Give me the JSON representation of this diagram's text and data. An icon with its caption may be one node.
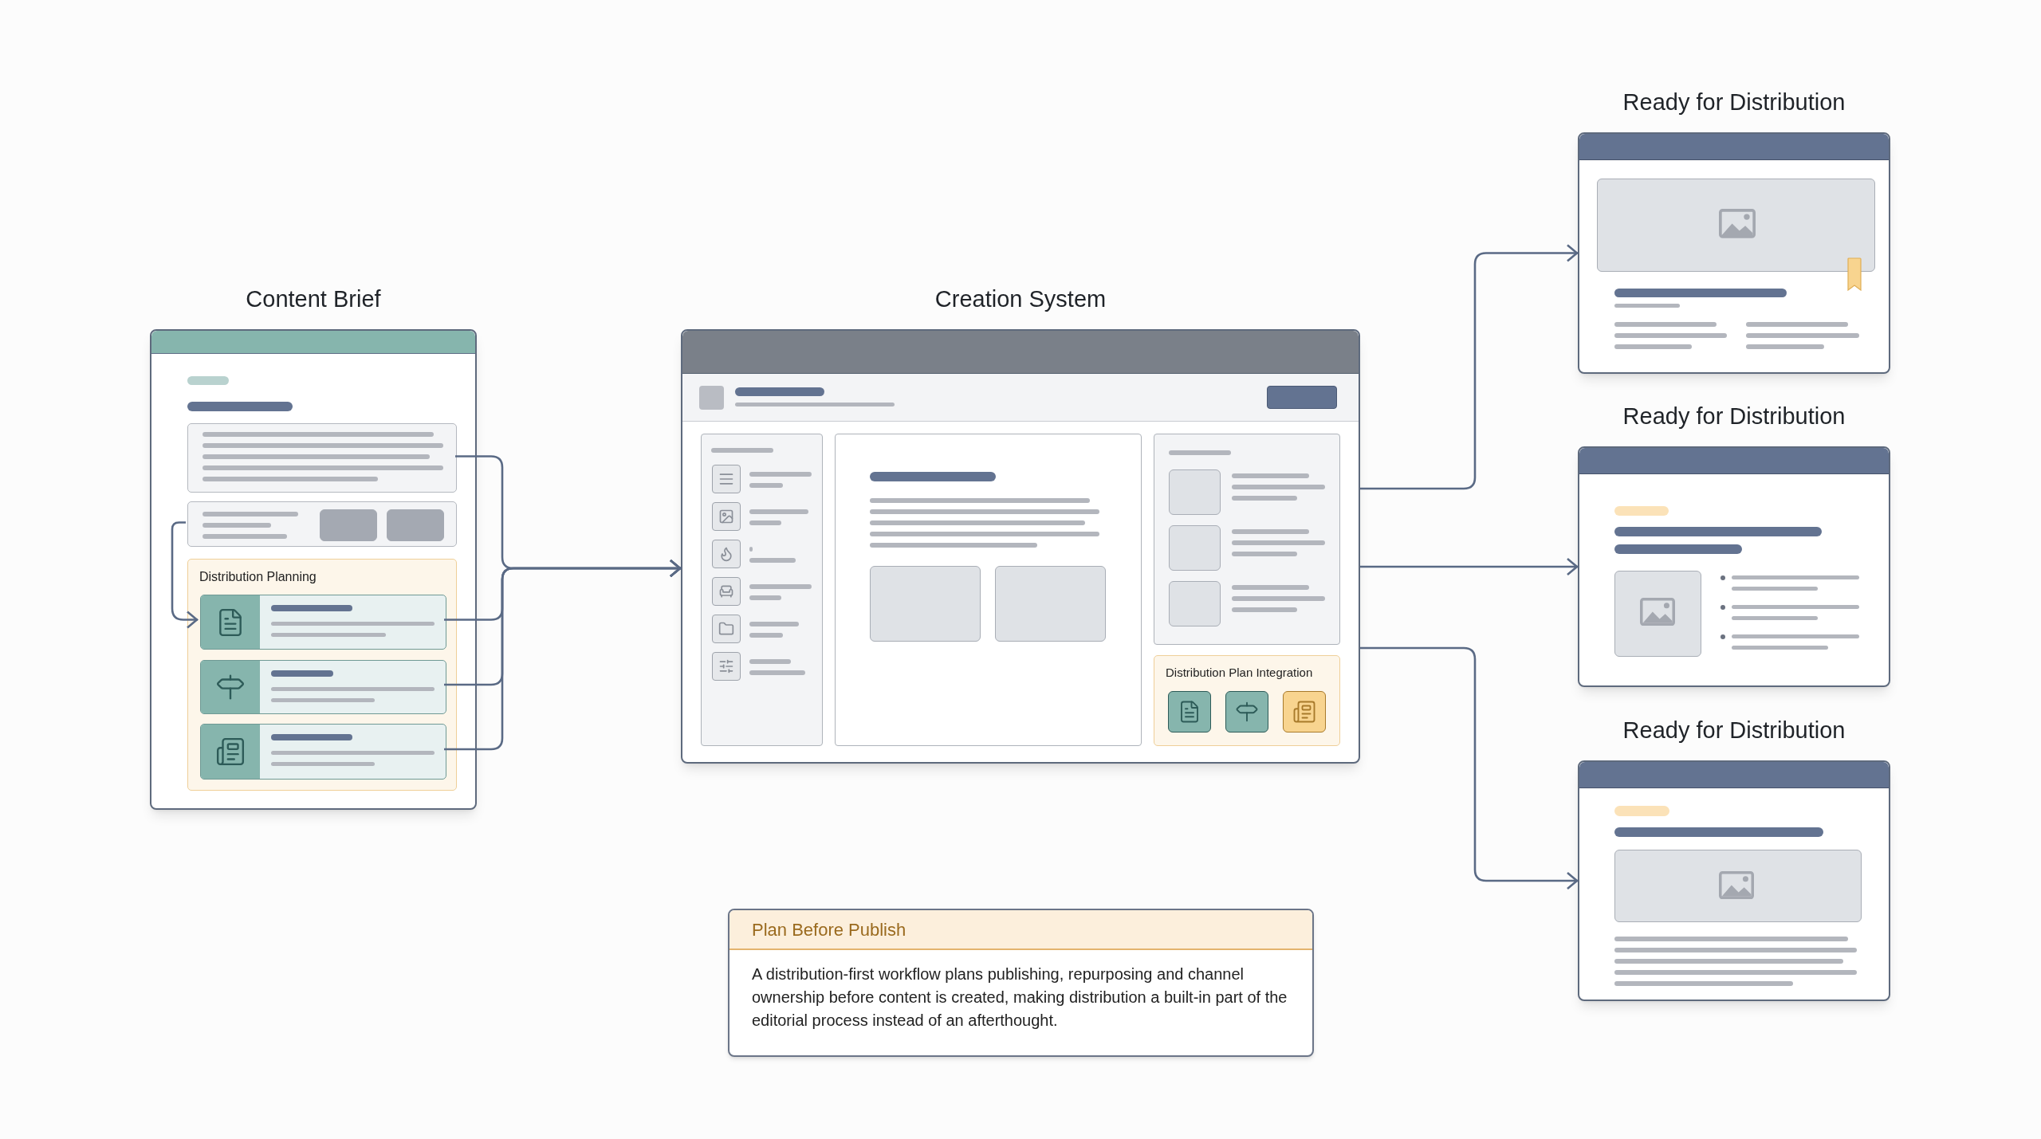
{
  "diagram": {
    "nodes": [
      {
        "text": [
          "Content Brief"
        ]
      },
      {
        "text": [],
        "shape": "box",
        "in": 0
      },
      {
        "text": [],
        "shape": "box",
        "in": 0
      },
      {
        "text": [
          "Distribution Planning"
        ],
        "in": 0
      },
      {
        "text": [],
        "shape": "box",
        "in": 3
      },
      {
        "text": [],
        "shape": "box",
        "in": 3
      },
      {
        "text": [],
        "shape": "box",
        "in": 3
      },
      {
        "text": [
          "Creation System"
        ]
      },
      {
        "text": [
          "Distribution Plan Integration"
        ],
        "in": 7
      },
      {
        "text": [
          "Ready for Distribution"
        ]
      },
      {
        "text": [
          "Ready for Distribution"
        ]
      },
      {
        "text": [
          "Ready for Distribution"
        ]
      },
      {
        "text": [
          "Plan Before Publish",
          "A distribution-first workflow plans publishing, repurposing and channel ownership before content is created, making distribution a built-in part of the editorial process instead of an afterthought."
        ]
      }
    ],
    "edges": [
      {
        "from": 2,
        "to": 4,
        "arrow": "to"
      },
      {
        "from": 1,
        "to": 7,
        "arrow": "to"
      },
      {
        "from": 4,
        "to": 7,
        "arrow": "to"
      },
      {
        "from": 5,
        "to": 7,
        "arrow": "to"
      },
      {
        "from": 6,
        "to": 7,
        "arrow": "to"
      },
      {
        "from": 7,
        "to": 9,
        "arrow": "to"
      },
      {
        "from": 7,
        "to": 10,
        "arrow": "to"
      },
      {
        "from": 7,
        "to": 11,
        "arrow": "to"
      }
    ]
  }
}
